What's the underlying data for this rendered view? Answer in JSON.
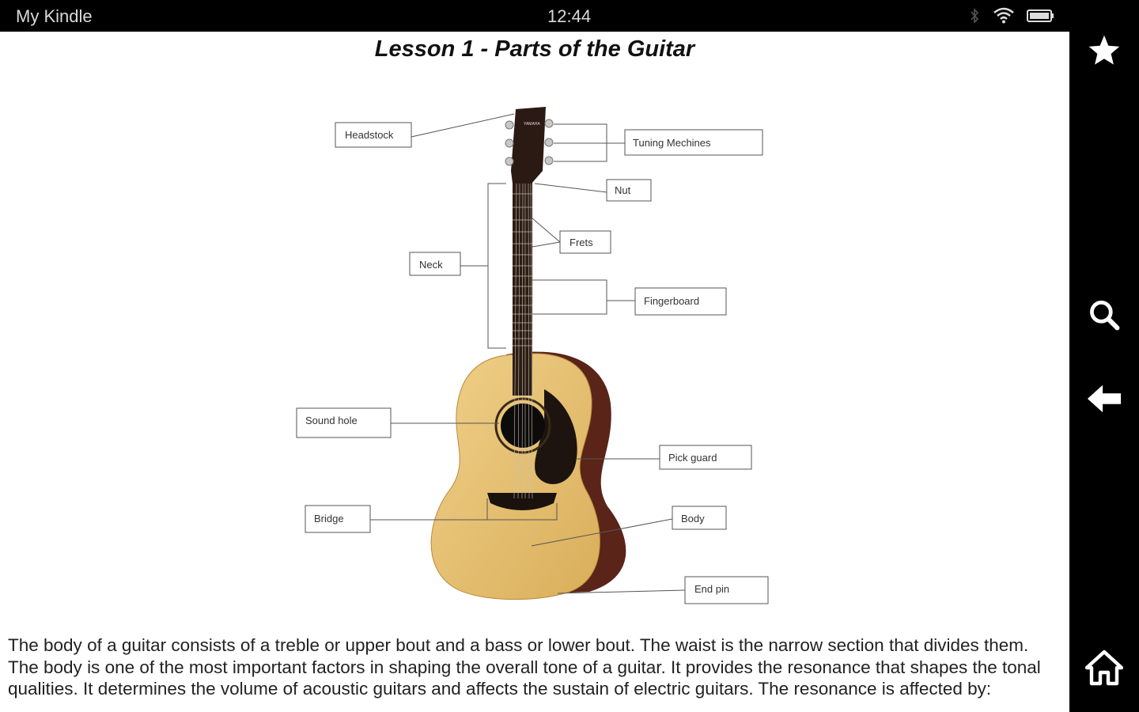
{
  "status_bar": {
    "app_name": "My Kindle",
    "time": "12:44"
  },
  "lesson": {
    "title": "Lesson 1 - Parts of the Guitar",
    "body": "The body of a guitar consists of a treble or upper bout and a bass or lower bout. The waist is the narrow section that divides them. The body is one of the most important factors in shaping the overall tone of a guitar. It provides the resonance that shapes the tonal qualities. It determines the volume of acoustic guitars and affects the sustain of electric guitars. The resonance is affected by:"
  },
  "diagram": {
    "labels": {
      "headstock": "Headstock",
      "tuning_mechines": "Tuning Mechines",
      "nut": "Nut",
      "frets": "Frets",
      "neck": "Neck",
      "fingerboard": "Fingerboard",
      "sound_hole": "Sound hole",
      "pick_guard": "Pick guard",
      "bridge": "Bridge",
      "body": "Body",
      "end_pin": "End pin"
    },
    "brand_mark": "YAMAHA"
  },
  "sidebar": {
    "icons": [
      "star-icon",
      "search-icon",
      "back-arrow-icon",
      "home-icon"
    ]
  }
}
